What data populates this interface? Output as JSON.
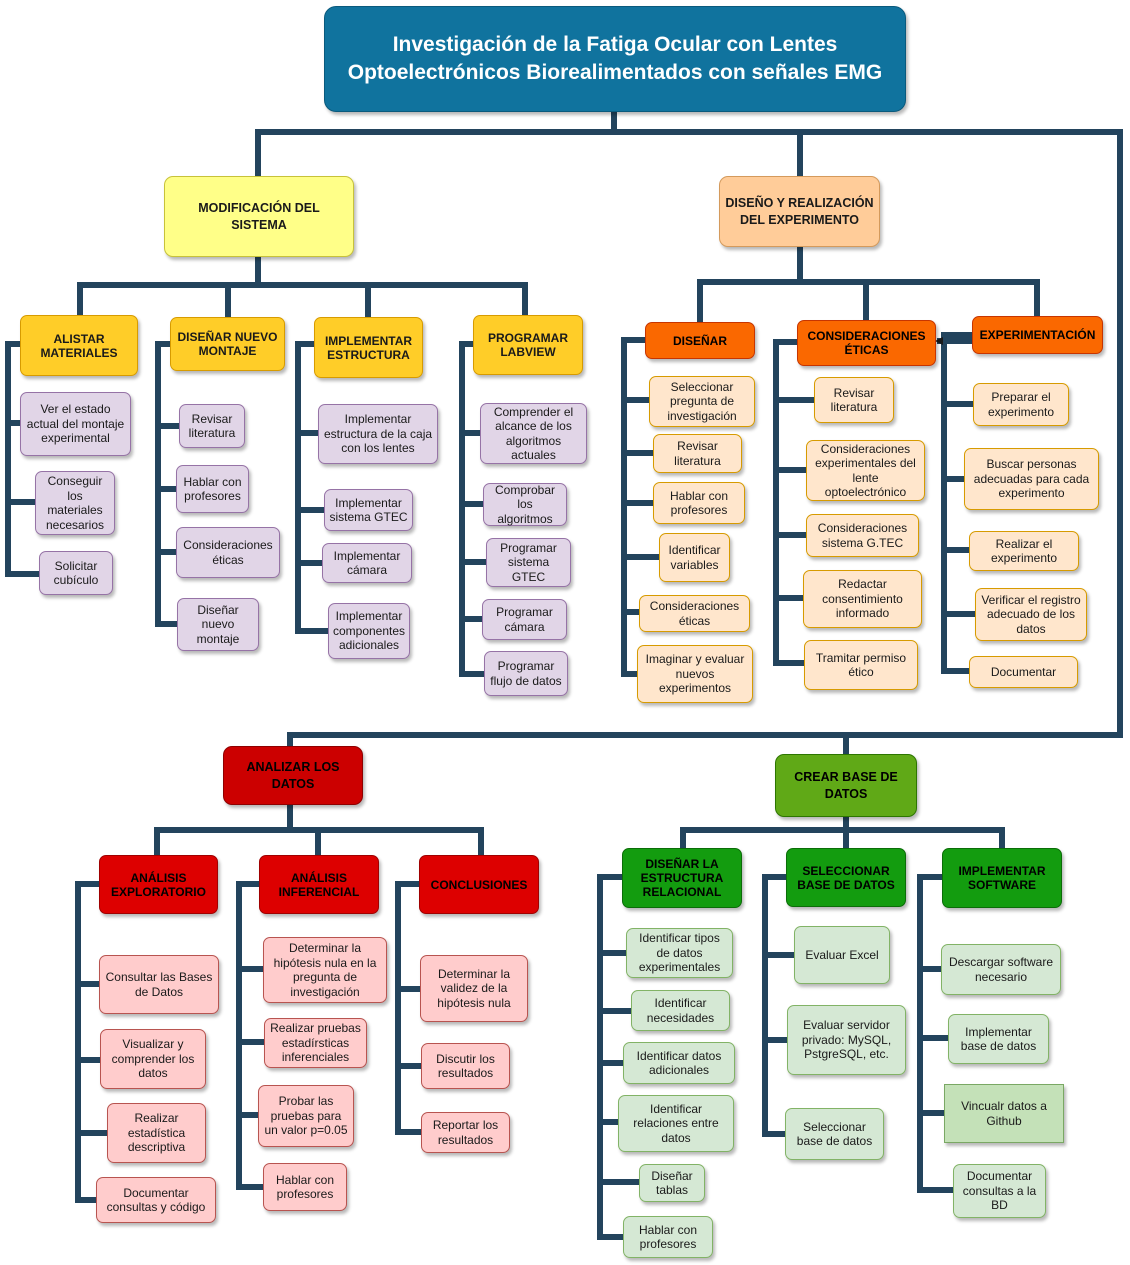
{
  "title": "Investigación de la Fatiga Ocular con Lentes Optoelectrónicos Biorealimentados con señales EMG",
  "colors": {
    "connector": "#23445d",
    "title_fill": "#10739e",
    "yellow_main": "#ffff88",
    "orange_main": "#ffcc99",
    "red_main": "#cc0000",
    "green_main": "#60a917",
    "yellow_sub": "#ffcd28",
    "orange_sub": "#fa6800",
    "red_sub": "#dd0000",
    "green_sub": "#139c0f",
    "purple_leaf": "#e1d5e7",
    "peach_leaf": "#ffe6cc",
    "pink_leaf": "#ffcccc",
    "green_leaf": "#d5e8d4"
  },
  "branches": {
    "modificacion": {
      "label": "MODIFICACIÓN DEL SISTEMA",
      "alistar": {
        "label": "ALISTAR MATERIALES",
        "items": [
          "Ver el estado actual del montaje experimental",
          "Conseguir los materiales necesarios",
          "Solicitar cubículo"
        ]
      },
      "disenar_montaje": {
        "label": "DISEÑAR NUEVO MONTAJE",
        "items": [
          "Revisar literatura",
          "Hablar con profesores",
          "Consideraciones éticas",
          "Diseñar nuevo montaje"
        ]
      },
      "implementar_estructura": {
        "label": "IMPLEMENTAR ESTRUCTURA",
        "items": [
          "Implementar estructura de la caja con los lentes",
          "Implementar sistema GTEC",
          "Implementar cámara",
          "Implementar componentes adicionales"
        ]
      },
      "programar_labview": {
        "label": "PROGRAMAR LABVIEW",
        "items": [
          "Comprender el alcance de los algoritmos actuales",
          "Comprobar los algoritmos",
          "Programar sistema GTEC",
          "Programar cámara",
          "Programar flujo de datos"
        ]
      }
    },
    "diseno_experimento": {
      "label": "DISEÑO Y REALIZACIÓN DEL EXPERIMENTO",
      "disenar": {
        "label": "DISEÑAR",
        "items": [
          "Seleccionar pregunta de investigación",
          "Revisar literatura",
          "Hablar con profesores",
          "Identificar variables",
          "Consideraciones éticas",
          "Imaginar y evaluar nuevos experimentos"
        ]
      },
      "consideraciones": {
        "label": "CONSIDERACIONES ÉTICAS",
        "items": [
          "Revisar literatura",
          "Consideraciones experimentales del lente optoelectrónico",
          "Consideraciones sistema G.TEC",
          "Redactar consentimiento informado",
          "Tramitar permiso ético"
        ]
      },
      "experimentacion": {
        "label": "EXPERIMENTACIÓN",
        "items": [
          "Preparar el experimento",
          "Buscar personas adecuadas para cada experimento",
          "Realizar el experimento",
          "Verificar el registro adecuado de los datos",
          "Documentar"
        ]
      }
    },
    "analizar": {
      "label": "ANALIZAR LOS DATOS",
      "exploratorio": {
        "label": "ANÁLISIS EXPLORATORIO",
        "items": [
          "Consultar las Bases de Datos",
          "Visualizar y comprender los datos",
          "Realizar estadística descriptiva",
          "Documentar consultas y código"
        ]
      },
      "inferencial": {
        "label": "ANÁLISIS INFERENCIAL",
        "items": [
          "Determinar la hipótesis nula en la pregunta de investigación",
          "Realizar pruebas estadírsticas inferenciales",
          "Probar las pruebas para un valor p=0.05",
          "Hablar con profesores"
        ]
      },
      "conclusiones": {
        "label": "CONCLUSIONES",
        "items": [
          "Determinar la validez de la hipótesis nula",
          "Discutir los resultados",
          "Reportar los resultados"
        ]
      }
    },
    "base_datos": {
      "label": "CREAR BASE DE DATOS",
      "relacional": {
        "label": "DISEÑAR LA ESTRUCTURA RELACIONAL",
        "items": [
          "Identificar tipos de datos experimentales",
          "Identificar necesidades",
          "Identificar datos adicionales",
          "Identificar relaciones entre datos",
          "Diseñar tablas",
          "Hablar con profesores"
        ]
      },
      "seleccionar": {
        "label": "SELECCIONAR BASE DE DATOS",
        "items": [
          "Evaluar Excel",
          "Evaluar servidor privado:  MySQL, PstgreSQL, etc.",
          "Seleccionar base de datos"
        ]
      },
      "software": {
        "label": "IMPLEMENTAR SOFTWARE",
        "items": [
          "Descargar software necesario",
          "Implementar base de datos",
          "Vincualr datos a Github",
          "Documentar consultas a la BD"
        ]
      }
    }
  }
}
